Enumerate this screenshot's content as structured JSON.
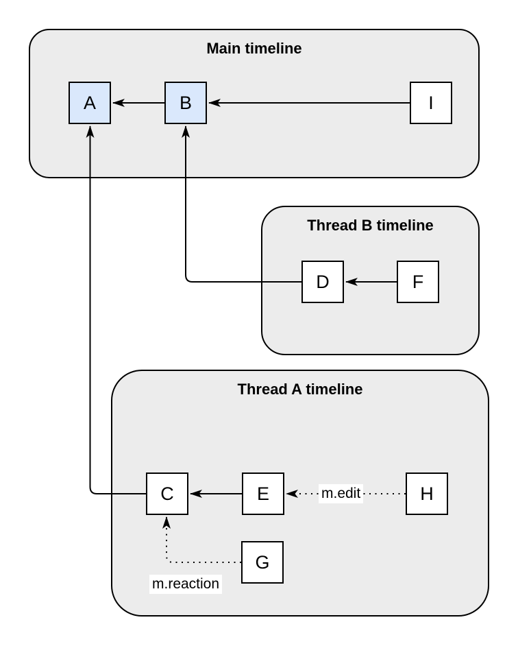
{
  "diagram": {
    "containers": [
      {
        "id": "main-timeline",
        "title": "Main timeline"
      },
      {
        "id": "thread-b-timeline",
        "title": "Thread B timeline"
      },
      {
        "id": "thread-a-timeline",
        "title": "Thread A timeline"
      }
    ],
    "nodes": [
      {
        "id": "A",
        "label": "A",
        "variant": "highlight",
        "container": "main-timeline"
      },
      {
        "id": "B",
        "label": "B",
        "variant": "highlight",
        "container": "main-timeline"
      },
      {
        "id": "I",
        "label": "I",
        "variant": "plain",
        "container": "main-timeline"
      },
      {
        "id": "D",
        "label": "D",
        "variant": "plain",
        "container": "thread-b-timeline"
      },
      {
        "id": "F",
        "label": "F",
        "variant": "plain",
        "container": "thread-b-timeline"
      },
      {
        "id": "C",
        "label": "C",
        "variant": "plain",
        "container": "thread-a-timeline"
      },
      {
        "id": "E",
        "label": "E",
        "variant": "plain",
        "container": "thread-a-timeline"
      },
      {
        "id": "H",
        "label": "H",
        "variant": "plain",
        "container": "thread-a-timeline"
      },
      {
        "id": "G",
        "label": "G",
        "variant": "plain",
        "container": "thread-a-timeline"
      }
    ],
    "edges": [
      {
        "from": "I",
        "to": "B",
        "style": "solid"
      },
      {
        "from": "B",
        "to": "A",
        "style": "solid"
      },
      {
        "from": "F",
        "to": "D",
        "style": "solid"
      },
      {
        "from": "D",
        "to": "B",
        "style": "solid"
      },
      {
        "from": "C",
        "to": "A",
        "style": "solid"
      },
      {
        "from": "E",
        "to": "C",
        "style": "solid"
      },
      {
        "from": "H",
        "to": "E",
        "style": "dotted",
        "label": "m.edit"
      },
      {
        "from": "G",
        "to": "C",
        "style": "dotted",
        "label": "m.reaction"
      }
    ],
    "edge_labels": {
      "m_edit": "m.edit",
      "m_reaction": "m.reaction"
    },
    "colors": {
      "background": "#ffffff",
      "container_fill": "#ececec",
      "container_stroke": "#000000",
      "node_fill_highlight": "#dae8fc",
      "node_fill_plain": "#ffffff",
      "node_stroke": "#000000",
      "edge_stroke": "#000000",
      "text": "#000000",
      "edge_label_background": "#ffffff"
    }
  }
}
